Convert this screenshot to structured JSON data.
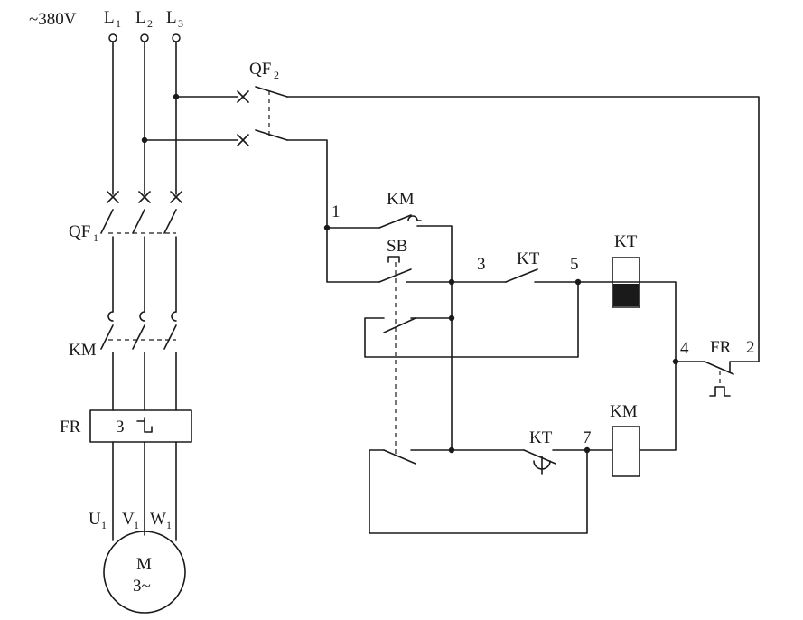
{
  "supply": {
    "voltage": "~380V",
    "lines": [
      {
        "letter": "L",
        "sub": "1"
      },
      {
        "letter": "L",
        "sub": "2"
      },
      {
        "letter": "L",
        "sub": "3"
      }
    ]
  },
  "breakers": {
    "main": {
      "letter": "QF",
      "sub": "1"
    },
    "control": {
      "letter": "QF",
      "sub": "2"
    }
  },
  "main_circuit": {
    "contactor": "KM",
    "overload": "FR",
    "overload_poles": "3",
    "motor_terminals": [
      {
        "letter": "U",
        "sub": "1"
      },
      {
        "letter": "V",
        "sub": "1"
      },
      {
        "letter": "W",
        "sub": "1"
      }
    ],
    "motor": {
      "name": "M",
      "phase": "3~"
    }
  },
  "control_circuit": {
    "km_aux": "KM",
    "button": "SB",
    "timer_contact_top": "KT",
    "timer_coil": "KT",
    "timer_contact_bottom": "KT",
    "km_coil": "KM",
    "fr_contact": "FR",
    "nodes": [
      "1",
      "2",
      "3",
      "4",
      "5",
      "7"
    ]
  }
}
